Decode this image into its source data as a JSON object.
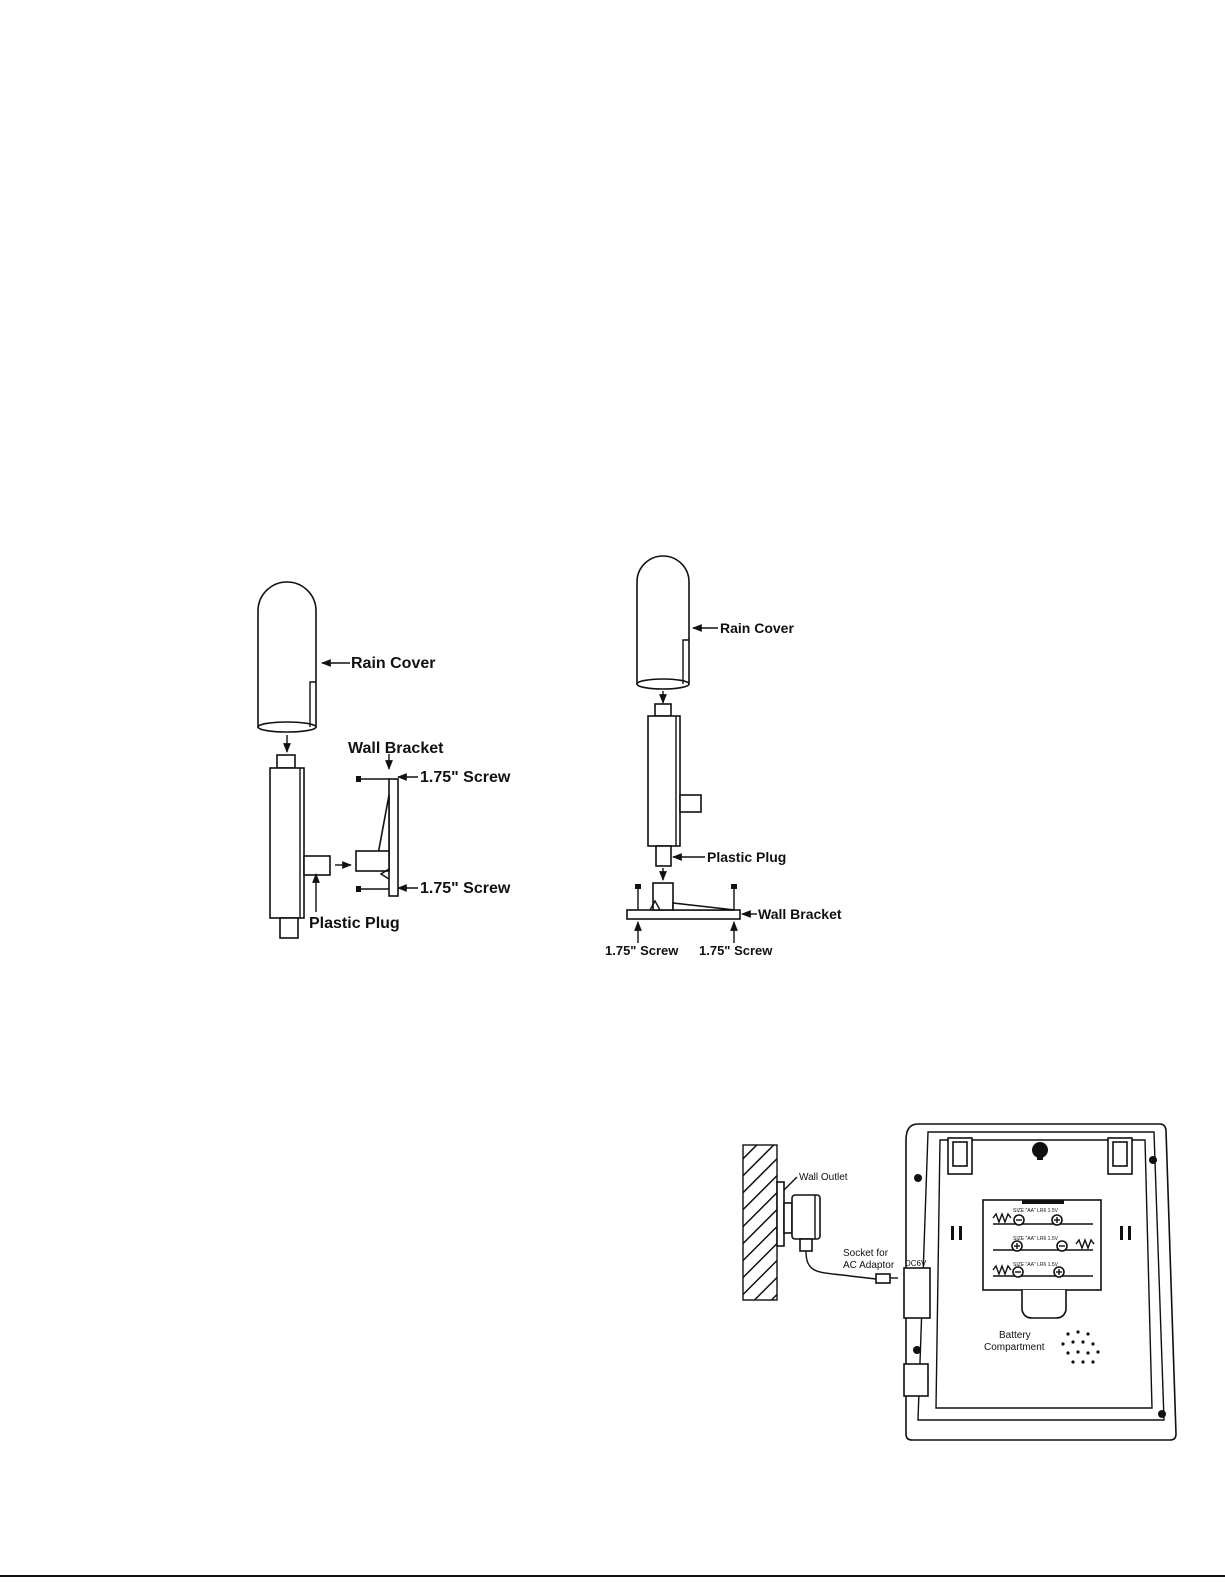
{
  "fig1": {
    "rain_cover": "Rain Cover",
    "wall_bracket": "Wall Bracket",
    "screw_top": "1.75\" Screw",
    "screw_bottom": "1.75\" Screw",
    "plastic_plug": "Plastic Plug"
  },
  "fig2": {
    "rain_cover": "Rain Cover",
    "plastic_plug": "Plastic Plug",
    "wall_bracket": "Wall Bracket",
    "screw_left": "1.75\" Screw",
    "screw_right": "1.75\" Screw"
  },
  "fig3": {
    "wall_outlet": "Wall Outlet",
    "socket_line1": "Socket for",
    "socket_line2": "AC Adaptor",
    "dc_label": "DC6V",
    "battery_line1": "Battery",
    "battery_line2": "Compartment",
    "battery_size_1": "SIZE \"AA\" LR6 1.5V",
    "battery_size_2": "SIZE \"AA\" LR6 1.5V",
    "battery_size_3": "SIZE \"AA\" LR6 1.5V"
  }
}
